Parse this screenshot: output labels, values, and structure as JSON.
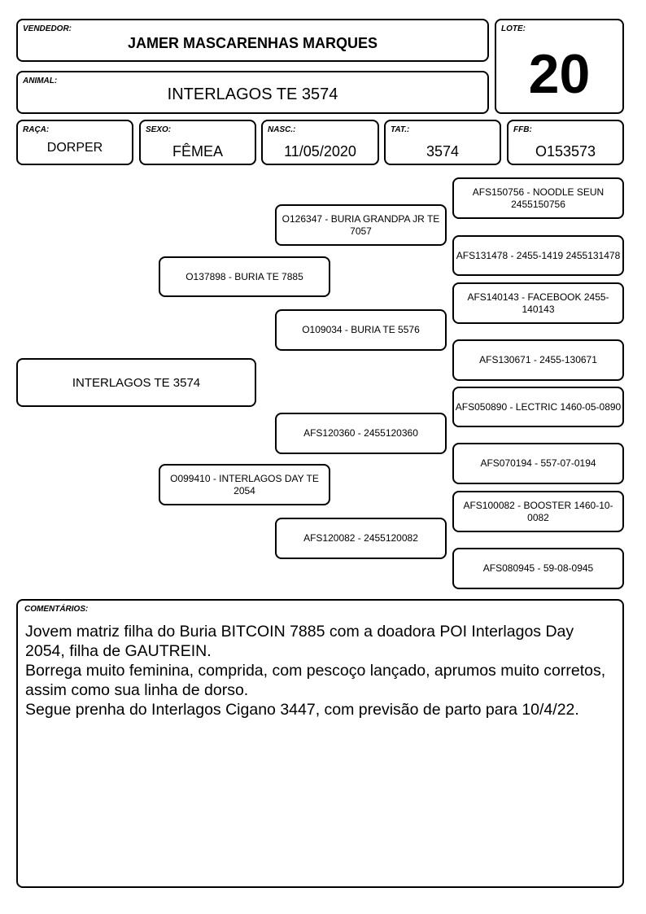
{
  "header": {
    "vendedor_label": "VENDEDOR:",
    "vendedor_value": "JAMER MASCARENHAS MARQUES",
    "lote_label": "LOTE:",
    "lote_value": "20",
    "animal_label": "ANIMAL:",
    "animal_value": "INTERLAGOS TE 3574"
  },
  "info": {
    "raca_label": "RAÇA:",
    "raca_value": "DORPER",
    "sexo_label": "SEXO:",
    "sexo_value": "FÊMEA",
    "nasc_label": "NASC.:",
    "nasc_value": "11/05/2020",
    "tat_label": "TAT.:",
    "tat_value": "3574",
    "ffb_label": "FFB:",
    "ffb_value": "O153573"
  },
  "pedigree": {
    "animal": "INTERLAGOS TE 3574",
    "sire": "O137898 - BURIA TE 7885",
    "dam": "O099410 - INTERLAGOS DAY TE 2054",
    "sire_sire": "O126347 - BURIA GRANDPA JR TE 7057",
    "sire_dam": "O109034 - BURIA TE 5576",
    "dam_sire": "AFS120360 - 2455120360",
    "dam_dam": "AFS120082 - 2455120082",
    "ggp": [
      "AFS150756 - NOODLE SEUN 2455150756",
      "AFS131478 - 2455-1419 2455131478",
      "AFS140143 - FACEBOOK 2455-140143",
      "AFS130671 - 2455-130671",
      "AFS050890 - LECTRIC 1460-05-0890",
      "AFS070194 - 557-07-0194",
      "AFS100082 - BOOSTER 1460-10-0082",
      "AFS080945 - 59-08-0945"
    ]
  },
  "comments": {
    "label": "COMENTÁRIOS:",
    "text": "Jovem matriz filha do Buria BITCOIN 7885 com a doadora POI Interlagos Day 2054, filha de GAUTREIN.\nBorrega muito feminina, comprida, com pescoço lançado, aprumos muito corretos, assim como sua linha de dorso.\nSegue prenha do Interlagos Cigano 3447, com previsão de parto para 10/4/22."
  }
}
